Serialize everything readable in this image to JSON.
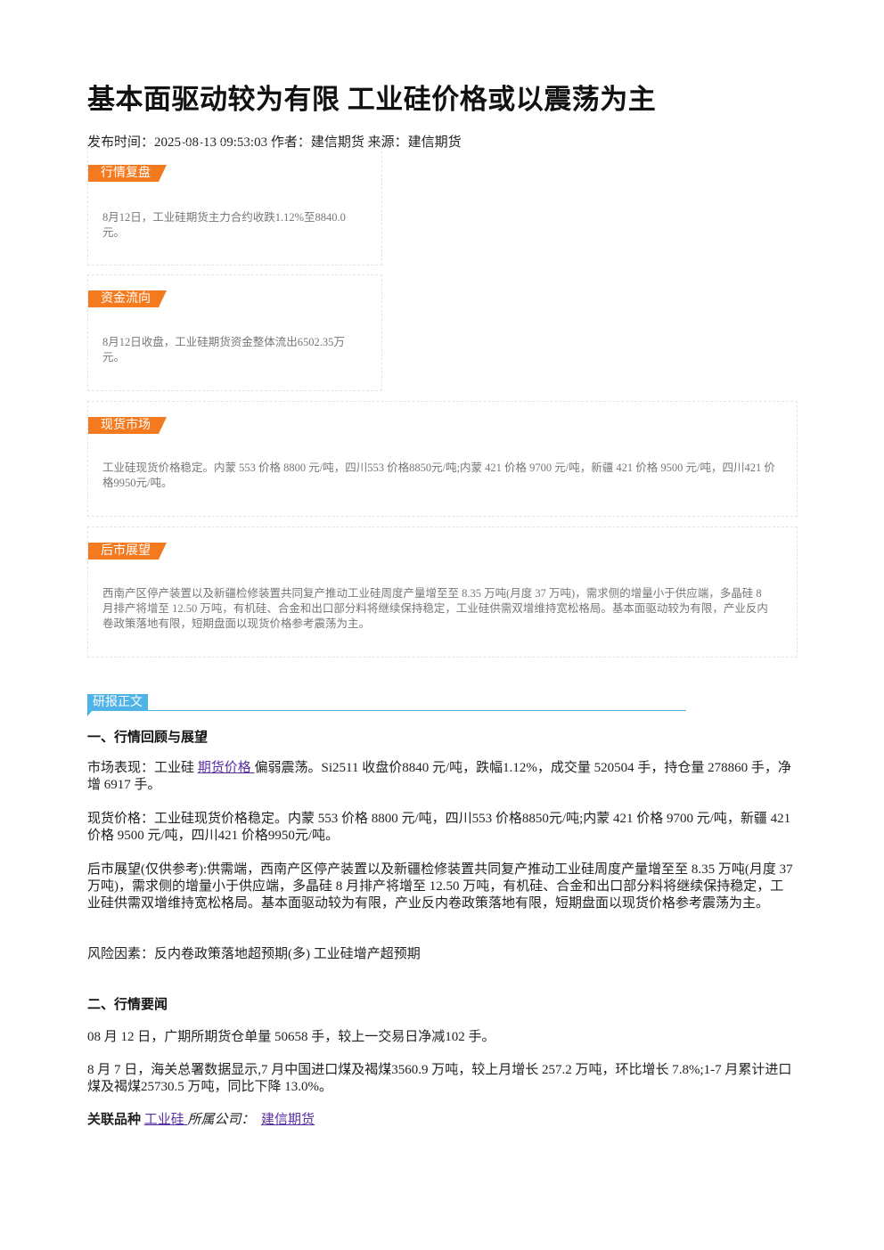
{
  "article": {
    "title": "基本面驱动较为有限 工业硅价格或以震荡为主",
    "meta": "发布时间：2025-08-13 09:53:03 作者：建信期货 来源：建信期货"
  },
  "sections": [
    {
      "tag": "行情复盘",
      "text": "8月12日，工业硅期货主力合约收跌1.12%至8840.0元。"
    },
    {
      "tag": "资金流向",
      "text": "8月12日收盘，工业硅期货资金整体流出6502.35万元。"
    },
    {
      "tag": "现货市场",
      "text": "工业硅现货价格稳定。内蒙 553 价格 8800 元/吨，四川553 价格8850元/吨;内蒙 421 价格 9700 元/吨，新疆 421 价格 9500 元/吨，四川421 价格9950元/吨。"
    },
    {
      "tag": "后市展望",
      "text": "西南产区停产装置以及新疆检修装置共同复产推动工业硅周度产量增至至 8.35 万吨(月度 37 万吨)，需求侧的增量小于供应端，多晶硅 8 月排产将增至 12.50 万吨，有机硅、合金和出口部分料将继续保持稳定，工业硅供需双增维持宽松格局。基本面驱动较为有限，产业反内卷政策落地有限，短期盘面以现货价格参考震荡为主。"
    }
  ],
  "report": {
    "tag": "研报正文",
    "heading1": "一、行情回顾与展望",
    "p1_prefix": "市场表现：工业硅 ",
    "p1_link": "期货价格 ",
    "p1_suffix": "偏弱震荡。Si2511 收盘价8840 元/吨，跌幅1.12%，成交量 520504 手，持仓量 278860 手，净增 6917 手。",
    "p2": "现货价格：工业硅现货价格稳定。内蒙 553 价格 8800 元/吨，四川553 价格8850元/吨;内蒙 421 价格 9700 元/吨，新疆 421 价格 9500 元/吨，四川421 价格9950元/吨。",
    "p3": "后市展望(仅供参考):供需端，西南产区停产装置以及新疆检修装置共同复产推动工业硅周度产量增至至 8.35 万吨(月度 37 万吨)，需求侧的增量小于供应端，多晶硅 8 月排产将增至 12.50 万吨，有机硅、合金和出口部分料将继续保持稳定，工业硅供需双增维持宽松格局。基本面驱动较为有限，产业反内卷政策落地有限，短期盘面以现货价格参考震荡为主。",
    "p4": "风险因素：反内卷政策落地超预期(多) 工业硅增产超预期",
    "heading2": "二、行情要闻",
    "p5": "08 月 12 日，广期所期货仓单量 50658 手，较上一交易日净减102 手。",
    "p6": "8 月 7 日，海关总署数据显示,7 月中国进口煤及褐煤3560.9 万吨，较上月增长 257.2 万吨，环比增长 7.8%;1-7 月累计进口煤及褐煤25730.5 万吨，同比下降 13.0%。"
  },
  "related": {
    "label": "关联品种 ",
    "product_link": "工业硅 ",
    "company_label": "所属公司：",
    "company_link": "建信期货"
  },
  "colors": {
    "tag_orange": "#f47a1f",
    "report_blue": "#4fb3e8",
    "link_purple": "#5b2fa3"
  }
}
